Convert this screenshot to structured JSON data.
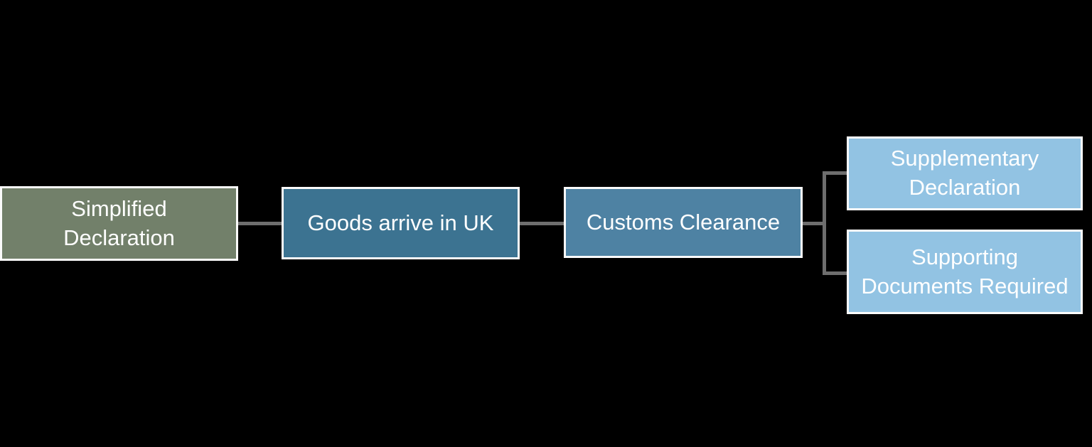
{
  "diagram": {
    "background_color": "#000000",
    "node_border_color": "#fbfbfb",
    "node_text_color": "#ffffff",
    "connector_color": "#6e6e6e",
    "nodes": [
      {
        "id": "simplified-declaration",
        "label": "Simplified Declaration",
        "lines": [
          "Simplified",
          "Declaration"
        ],
        "fill": "#72806a"
      },
      {
        "id": "goods-arrive-in-uk",
        "label": "Goods arrive in UK",
        "lines": [
          "Goods arrive in UK"
        ],
        "fill": "#3c7391"
      },
      {
        "id": "customs-clearance",
        "label": "Customs Clearance",
        "lines": [
          "Customs Clearance"
        ],
        "fill": "#4e82a3"
      },
      {
        "id": "supplementary-declaration",
        "label": "Supplementary Declaration",
        "lines": [
          "Supplementary",
          "Declaration"
        ],
        "fill": "#92c3e3"
      },
      {
        "id": "supporting-documents-required",
        "label": "Supporting Documents Required",
        "lines": [
          "Supporting",
          "Documents Required"
        ],
        "fill": "#92c3e3"
      }
    ],
    "edges": [
      {
        "from": "simplified-declaration",
        "to": "goods-arrive-in-uk",
        "type": "straight"
      },
      {
        "from": "goods-arrive-in-uk",
        "to": "customs-clearance",
        "type": "straight"
      },
      {
        "from": "customs-clearance",
        "to": "supplementary-declaration",
        "type": "elbow"
      },
      {
        "from": "customs-clearance",
        "to": "supporting-documents-required",
        "type": "elbow"
      }
    ]
  }
}
